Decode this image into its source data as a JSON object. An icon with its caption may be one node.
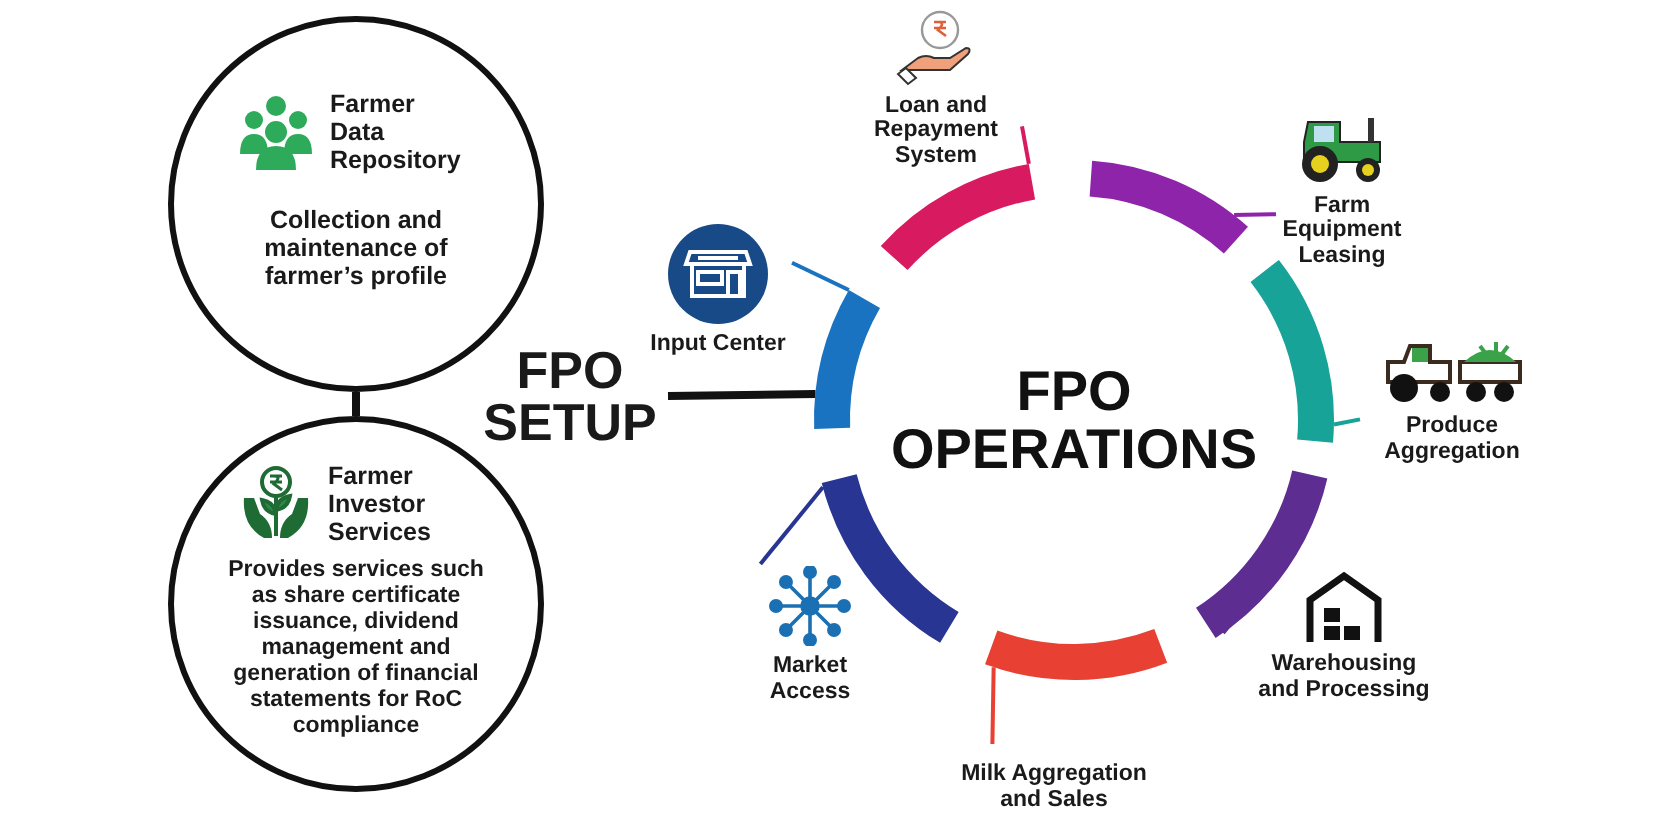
{
  "diagram": {
    "nodes": [
      {
        "text": [
          "Farmer Data Repository",
          "Collection and maintenance of farmer’s profile"
        ]
      },
      {
        "text": [
          "Farmer Investor Services",
          "Provides services such as share certificate issuance, dividend management and generation of financial statements for RoC compliance"
        ]
      },
      {
        "text": [
          "FPO SETUP"
        ]
      },
      {
        "text": [
          "FPO OPERATIONS"
        ]
      },
      {
        "text": [
          "Input Center"
        ]
      },
      {
        "text": [
          "Loan and Repayment System"
        ]
      },
      {
        "text": [
          "Farm Equipment Leasing"
        ]
      },
      {
        "text": [
          "Produce Aggregation"
        ]
      },
      {
        "text": [
          "Warehousing and Processing"
        ]
      },
      {
        "text": [
          "Milk Aggregation and Sales"
        ]
      },
      {
        "text": [
          "Market Access"
        ]
      }
    ],
    "edges": [
      {
        "from": 0,
        "to": 1,
        "arrow": "none",
        "style": "thick"
      },
      {
        "from": 2,
        "to": 3,
        "arrow": "none",
        "style": "thick"
      },
      {
        "from": 4,
        "to": 3,
        "arrow": "none",
        "color": "#1a73c0"
      },
      {
        "from": 5,
        "to": 3,
        "arrow": "none",
        "color": "#d81b60"
      },
      {
        "from": 6,
        "to": 3,
        "arrow": "none",
        "color": "#8e24aa"
      },
      {
        "from": 7,
        "to": 3,
        "arrow": "none",
        "color": "#17a398"
      },
      {
        "from": 8,
        "to": 3,
        "arrow": "none",
        "color": "#5e2d91"
      },
      {
        "from": 9,
        "to": 3,
        "arrow": "none",
        "color": "#e84033"
      },
      {
        "from": 10,
        "to": 3,
        "arrow": "none",
        "color": "#283593"
      }
    ]
  }
}
